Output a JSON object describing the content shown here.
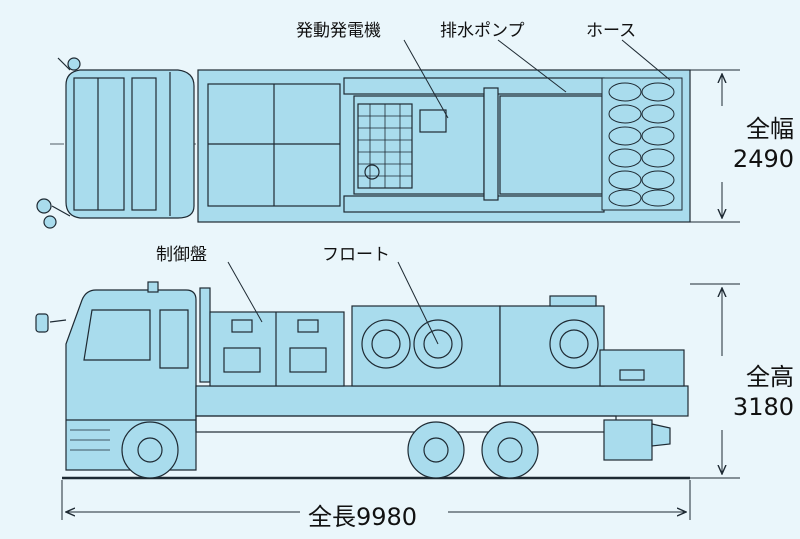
{
  "labels": {
    "generator": "発動発電機",
    "pump": "排水ポンプ",
    "hose": "ホース",
    "control_panel": "制御盤",
    "float": "フロート"
  },
  "dimensions": {
    "width_label": "全幅",
    "width_value": "2490",
    "height_label": "全高",
    "height_value": "3180",
    "length_label": "全長",
    "length_value": "9980"
  },
  "colors": {
    "background": "#eaf6fb",
    "body_fill": "#a9dced",
    "line": "#1e2a33"
  }
}
